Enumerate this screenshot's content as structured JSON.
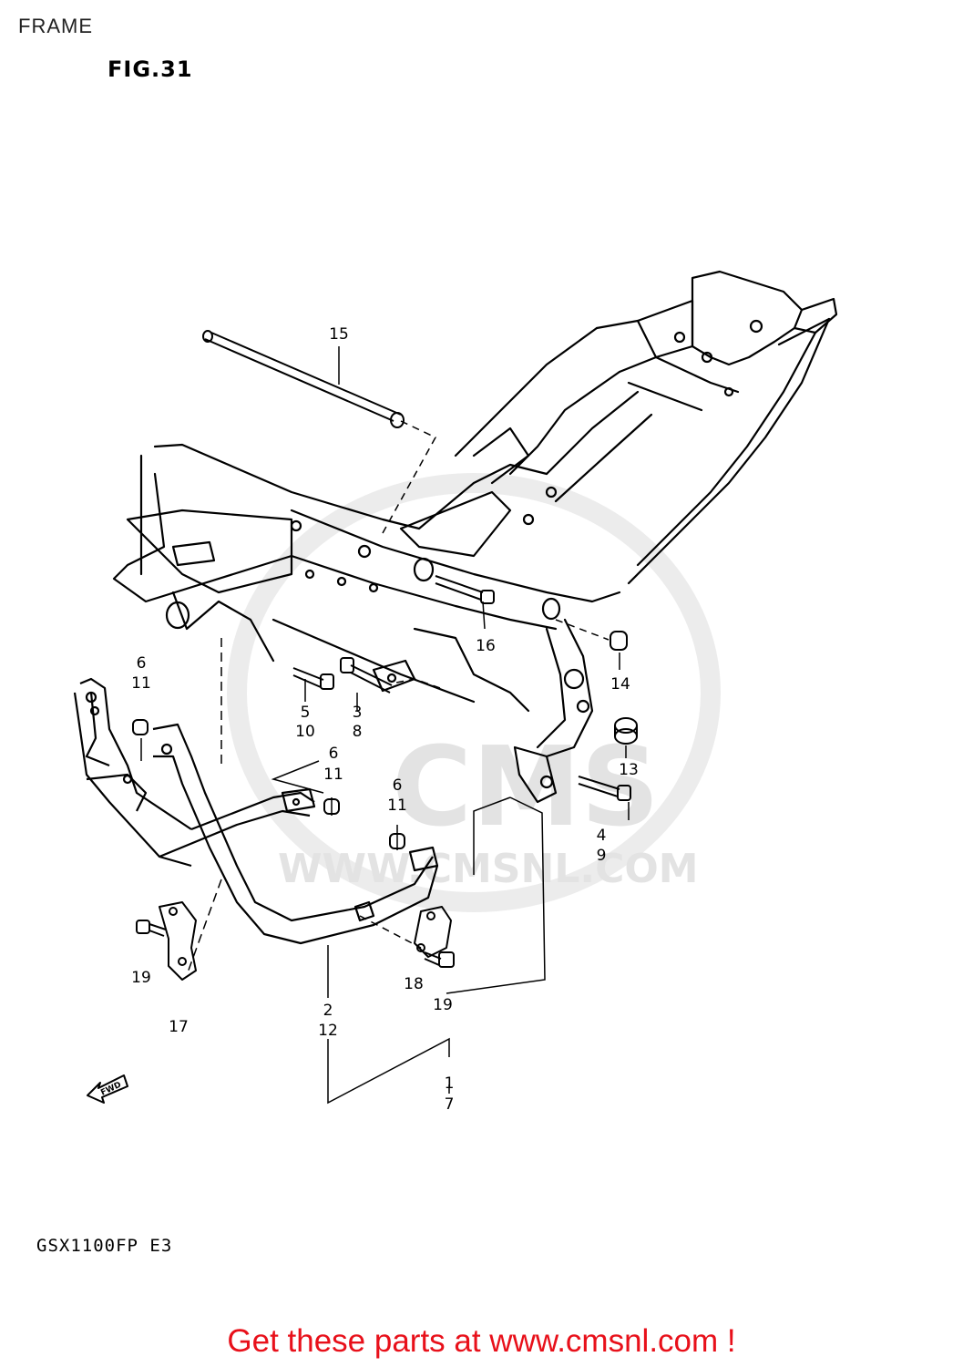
{
  "header": {
    "page_title": "FRAME",
    "fig_label": "FIG.31"
  },
  "watermark": {
    "brand": "CMS",
    "url": "WWW.CMSNL.COM"
  },
  "callouts": [
    {
      "id": "15",
      "lines": [
        "15"
      ]
    },
    {
      "id": "16",
      "lines": [
        "16"
      ]
    },
    {
      "id": "14",
      "lines": [
        "14"
      ]
    },
    {
      "id": "13",
      "lines": [
        "13"
      ]
    },
    {
      "id": "6-11-a",
      "lines": [
        "6",
        "11"
      ]
    },
    {
      "id": "5-10",
      "lines": [
        "5",
        "10"
      ]
    },
    {
      "id": "3-8",
      "lines": [
        "3",
        "8"
      ]
    },
    {
      "id": "6-11-b",
      "lines": [
        "6",
        "11"
      ]
    },
    {
      "id": "6-11-c",
      "lines": [
        "6",
        "11"
      ]
    },
    {
      "id": "4-9",
      "lines": [
        "4",
        "9"
      ]
    },
    {
      "id": "19-a",
      "lines": [
        "19"
      ]
    },
    {
      "id": "17",
      "lines": [
        "17"
      ]
    },
    {
      "id": "18",
      "lines": [
        "18"
      ]
    },
    {
      "id": "19-b",
      "lines": [
        "19"
      ]
    },
    {
      "id": "2-12",
      "lines": [
        "2",
        "12"
      ]
    },
    {
      "id": "1-7",
      "lines": [
        "1",
        "7"
      ]
    }
  ],
  "fwd_label": "FWD",
  "footer": {
    "model_code": "GSX1100FP E3",
    "cta": "Get these parts at www.cmsnl.com !"
  },
  "colors": {
    "cta": "#e8101a",
    "watermark": "#e3e3e3",
    "line": "#000000"
  }
}
